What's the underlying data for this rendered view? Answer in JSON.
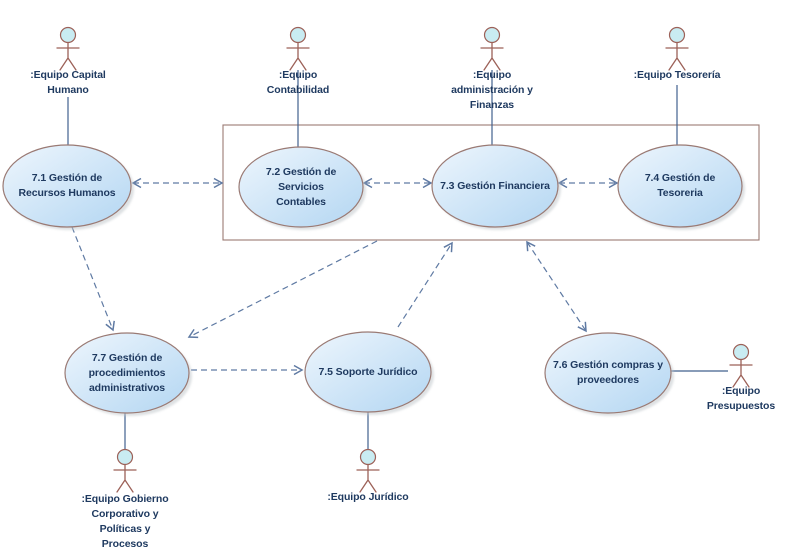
{
  "diagram": {
    "type": "uml-use-case-diagram",
    "colors": {
      "usecase_fill_light": "#eef6fd",
      "usecase_fill_dark": "#b3d6f2",
      "shape_border": "#9a7a74",
      "connector": "#5f7aa3",
      "association": "#41618e",
      "text": "#1f3a60",
      "actor_head_fill": "#c9ecf2",
      "actor_body": "#9c6158",
      "shadow": "#c3c9cd"
    },
    "actors": [
      {
        "id": "equipo-capital-humano",
        "label": ":Equipo Capital\nHumano"
      },
      {
        "id": "equipo-contabilidad",
        "label": ":Equipo\nContabilidad"
      },
      {
        "id": "equipo-admin-finanzas",
        "label": ":Equipo\nadministración y\nFinanzas"
      },
      {
        "id": "equipo-tesoreria",
        "label": ":Equipo Tesorería"
      },
      {
        "id": "equipo-gobierno",
        "label": ":Equipo Gobierno\nCorporativo y\nPolíticas y\nProcesos"
      },
      {
        "id": "equipo-juridico",
        "label": ":Equipo Jurídico"
      },
      {
        "id": "equipo-presupuestos",
        "label": ":Equipo\nPresupuestos"
      }
    ],
    "use_cases": [
      {
        "id": "7.1",
        "label": "7.1 Gestión de\nRecursos Humanos"
      },
      {
        "id": "7.2",
        "label": "7.2 Gestión de Servicios\nContables"
      },
      {
        "id": "7.3",
        "label": "7.3 Gestión Financiera"
      },
      {
        "id": "7.4",
        "label": "7.4 Gestión de\nTesoreria"
      },
      {
        "id": "7.5",
        "label": "7.5 Soporte Jurídico"
      },
      {
        "id": "7.6",
        "label": "7.6 Gestión compras y\nproveedores"
      },
      {
        "id": "7.7",
        "label": "7.7 Gestión de\nprocedimientos\nadministrativos"
      }
    ],
    "relations": [
      {
        "from": "7.1",
        "to": "7.2",
        "style": "dashed-bidirectional"
      },
      {
        "from": "7.2",
        "to": "7.3",
        "style": "dashed-bidirectional"
      },
      {
        "from": "7.3",
        "to": "7.4",
        "style": "dashed-bidirectional"
      },
      {
        "from": "7.1",
        "to": "7.7",
        "style": "dashed-arrow"
      },
      {
        "from": "7.3",
        "to": "7.7",
        "style": "dashed-arrow"
      },
      {
        "from": "7.5",
        "to": "7.3",
        "style": "dashed-arrow"
      },
      {
        "from": "7.3",
        "to": "7.6",
        "style": "dashed-bidirectional"
      },
      {
        "from": "7.7",
        "to": "7.5",
        "style": "dashed-arrow"
      },
      {
        "from": "equipo-capital-humano",
        "to": "7.1",
        "style": "association"
      },
      {
        "from": "equipo-contabilidad",
        "to": "7.2",
        "style": "association"
      },
      {
        "from": "equipo-admin-finanzas",
        "to": "7.3",
        "style": "association"
      },
      {
        "from": "equipo-tesoreria",
        "to": "7.4",
        "style": "association"
      },
      {
        "from": "equipo-gobierno",
        "to": "7.7",
        "style": "association"
      },
      {
        "from": "equipo-juridico",
        "to": "7.5",
        "style": "association"
      },
      {
        "from": "equipo-presupuestos",
        "to": "7.6",
        "style": "association"
      }
    ]
  }
}
